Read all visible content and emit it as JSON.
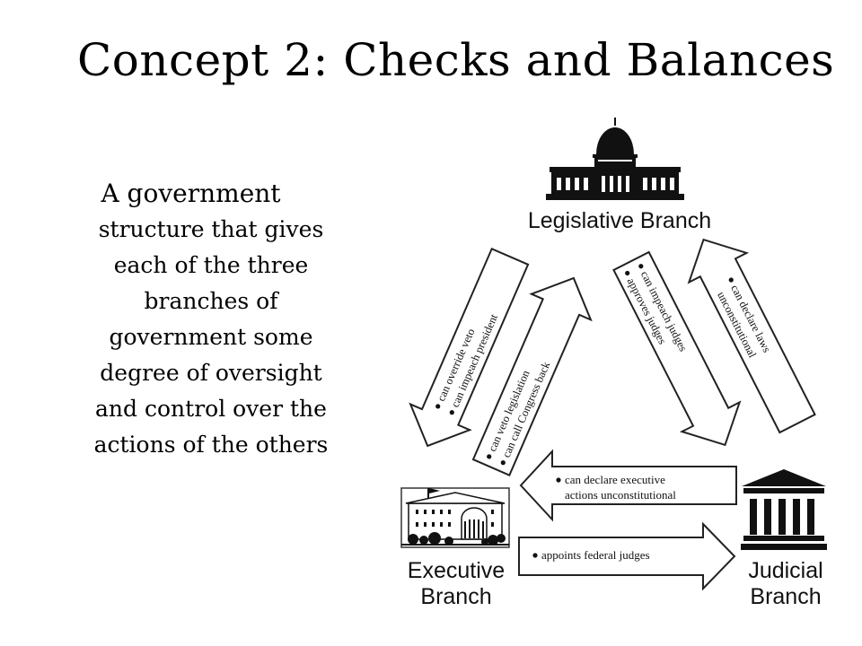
{
  "slide": {
    "title": "Concept 2: Checks and Balances",
    "definition_lines": [
      "A government",
      "structure that gives",
      "each of the three",
      "branches of",
      "government some",
      "degree of oversight",
      "and control over the",
      "actions of the others"
    ]
  },
  "diagram": {
    "branches": {
      "legislative": "Legislative Branch",
      "executive": [
        "Executive",
        "Branch"
      ],
      "judicial": [
        "Judicial",
        "Branch"
      ]
    },
    "checks": {
      "legislative_on_executive": [
        "can override veto",
        "can impeach president"
      ],
      "executive_on_legislative": [
        "can veto legislation",
        "can call Congress back"
      ],
      "legislative_on_judicial": [
        "can impeach judges",
        "approves judges"
      ],
      "judicial_on_legislative": [
        "can declare laws",
        "unconstitutional"
      ],
      "judicial_on_executive": [
        "can declare executive",
        "actions unconstitutional"
      ],
      "executive_on_judicial": [
        "appoints federal judges"
      ]
    }
  }
}
